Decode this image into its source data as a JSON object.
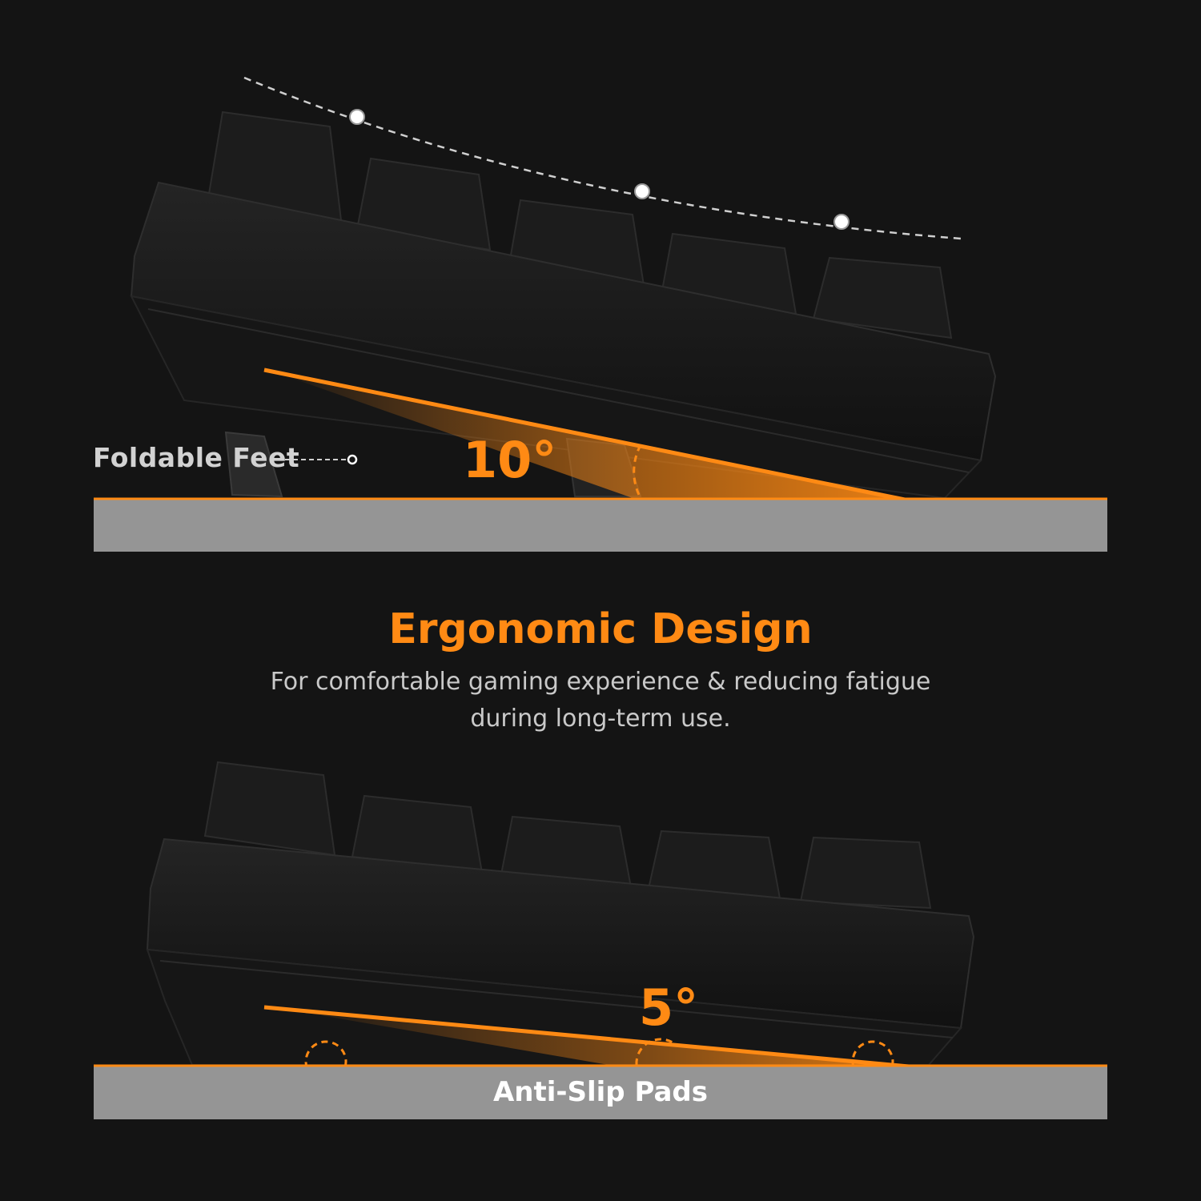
{
  "labels": {
    "foldable_feet": "Foldable Feet",
    "angle_high": "10°",
    "angle_low": "5°",
    "anti_slip": "Anti-Slip Pads"
  },
  "heading": {
    "title": "Ergonomic Design",
    "subtitle_line1": "For comfortable gaming experience & reducing fatigue",
    "subtitle_line2": "during long-term use."
  },
  "colors": {
    "accent": "#ff8a14",
    "background": "#141414",
    "surface": "#959595",
    "keyboard": "#1b1b1b"
  }
}
